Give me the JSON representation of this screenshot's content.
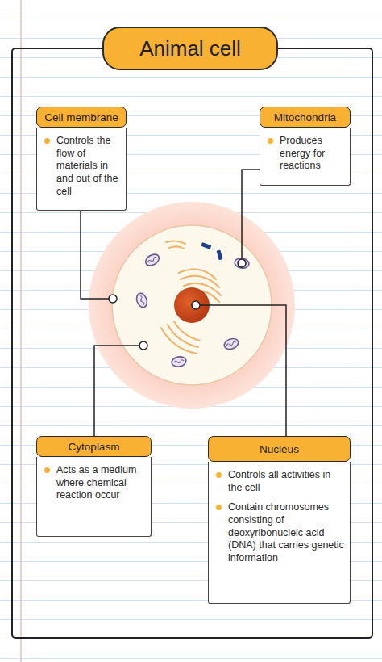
{
  "diagram": {
    "title": "Animal cell",
    "nodes": [
      {
        "text": [
          "Cell membrane",
          "Controls the flow of materials in and out of the cell"
        ]
      },
      {
        "text": [
          "Mitochondria",
          "Produces energy for reactions"
        ]
      },
      {
        "text": [
          "Cytoplasm",
          "Acts as a medium where chemical reaction occur"
        ]
      },
      {
        "text": [
          "Nucleus",
          "Controls all activities in the cell",
          "Contain chromosomes consisting of deoxyribonucleic acid (DNA) that carries genetic information"
        ]
      }
    ]
  }
}
